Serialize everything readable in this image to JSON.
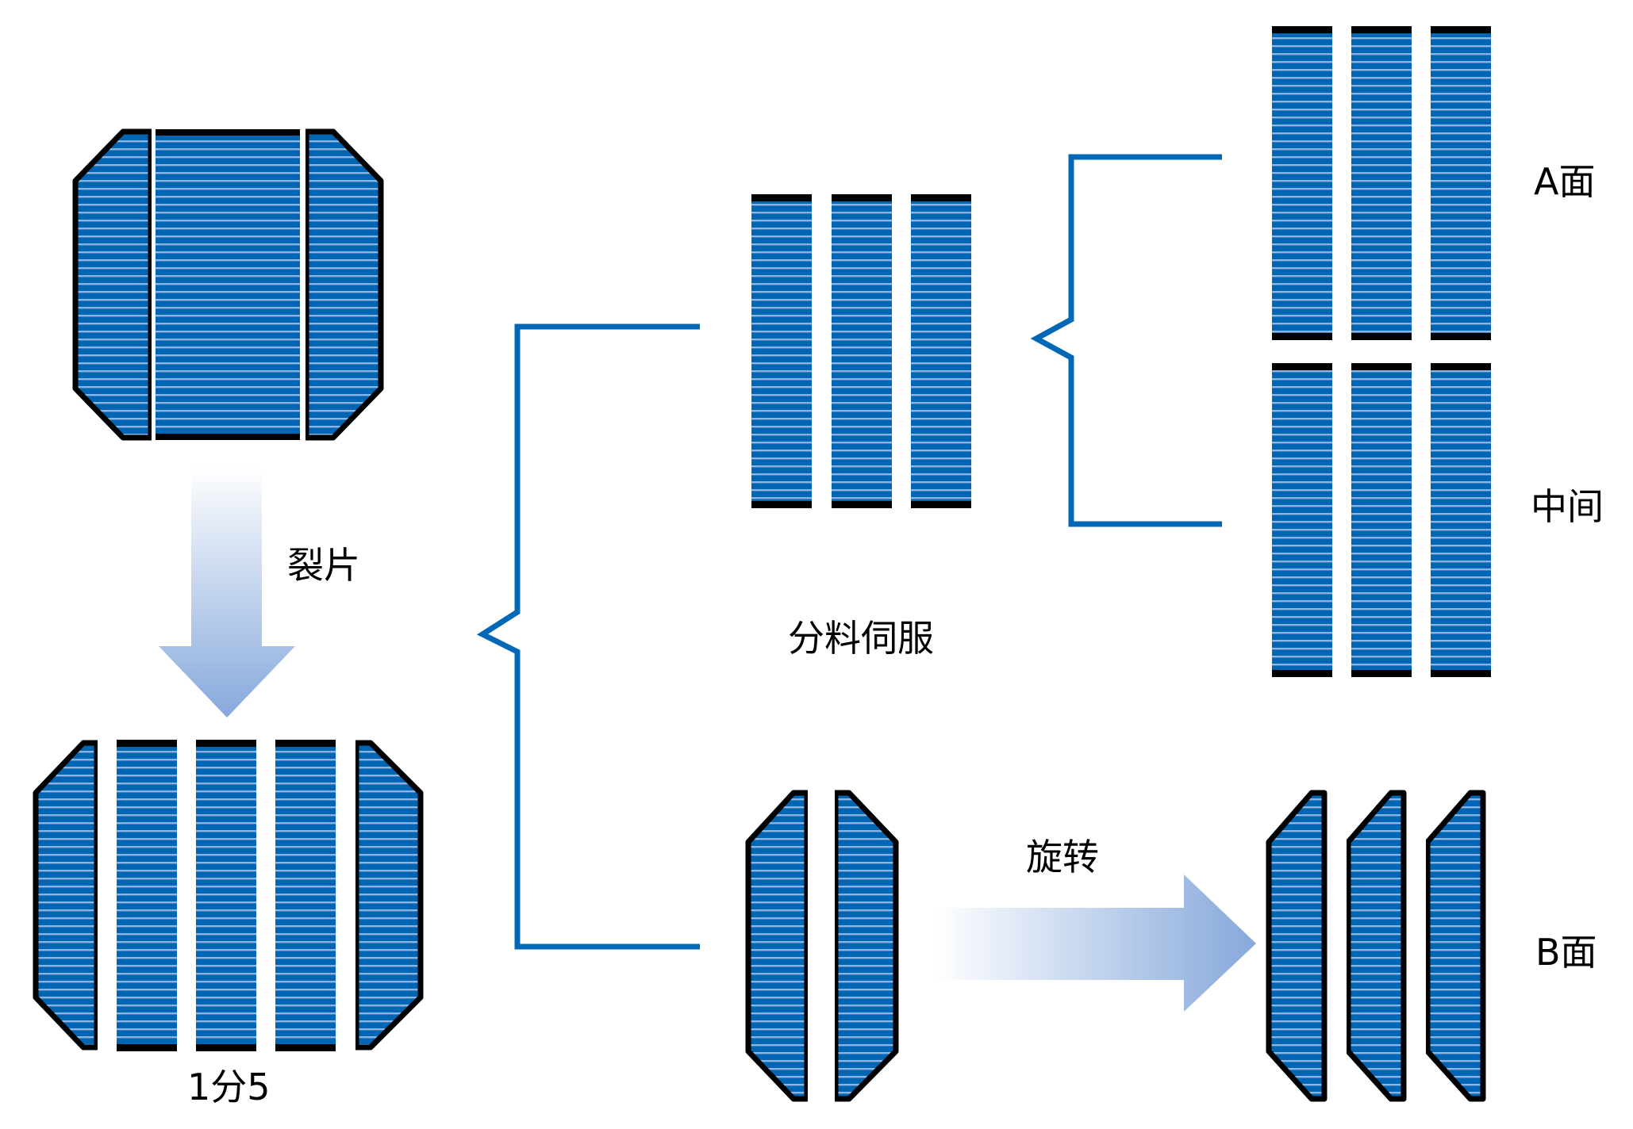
{
  "colors": {
    "cell_blue": "#0066b3",
    "finger_line": "#8fb3e0",
    "edge_black": "#000000",
    "bracket_blue": "#0068b7",
    "arrow_start": "#ffffff",
    "arrow_end": "#86a8db"
  },
  "labels": {
    "cleave": "裂片",
    "split_ratio": "1分5",
    "sorting_servo": "分料伺服",
    "rotate": "旋转",
    "side_a": "A面",
    "middle": "中间",
    "side_b": "B面"
  },
  "stages": [
    {
      "id": "full-wafer",
      "description": "Full chamfered solar cell wafer",
      "pieces": 3
    },
    {
      "id": "split-wafer",
      "description": "Wafer cleaved into 5 strips",
      "pieces": 5
    },
    {
      "id": "middle-strips",
      "description": "Three rectangular middle strips",
      "pieces": 3
    },
    {
      "id": "edge-strips",
      "description": "Two chamfered edge strips",
      "pieces": 2
    },
    {
      "id": "output-a",
      "description": "Output stack A side",
      "pieces": 3
    },
    {
      "id": "output-middle",
      "description": "Output stack middle",
      "pieces": 3
    },
    {
      "id": "output-b",
      "description": "Output stack B side (rotated edge strips)",
      "pieces": 3
    }
  ]
}
